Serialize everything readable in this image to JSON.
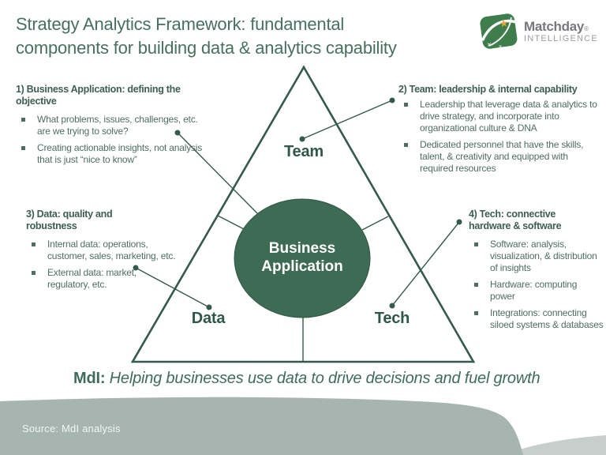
{
  "title": {
    "line1": "Strategy Analytics Framework: fundamental",
    "line2": "components for building data & analytics capability"
  },
  "logo": {
    "brand": "Matchday",
    "registered": "®",
    "subtitle": "INTELLIGENCE",
    "star_icon": "star"
  },
  "diagram": {
    "center": "Business Application",
    "team": "Team",
    "data": "Data",
    "tech": "Tech"
  },
  "blocks": [
    {
      "heading": "1) Business Application: defining the objective",
      "bullets": [
        "What problems, issues, challenges, etc. are we trying to solve?",
        "Creating actionable insights, not analysis that is just “nice to know”"
      ]
    },
    {
      "heading": "2) Team: leadership & internal capability",
      "bullets": [
        "Leadership that leverage data & analytics to drive strategy, and incorporate into organizational culture & DNA",
        "Dedicated personnel that have the skills, talent, & creativity and equipped with required resources"
      ]
    },
    {
      "heading": "3) Data: quality and robustness",
      "bullets": [
        "Internal data: operations, customer, sales, marketing, etc.",
        "External data: market, regulatory, etc."
      ]
    },
    {
      "heading": "4) Tech: connective hardware & software",
      "bullets": [
        "Software: analysis, visualization, & distribution of insights",
        "Hardware: computing power",
        "Integrations: connecting siloed systems & databases"
      ]
    }
  ],
  "tagline": {
    "prefix": "MdI:",
    "text": " Helping businesses use data to drive decisions and fuel growth"
  },
  "footer": {
    "source": "Source: MdI analysis"
  },
  "colors": {
    "title_green": "#47705f",
    "diagram_stroke_green": "#35594a",
    "circle_fill_green": "#3e6b53",
    "node_label_green": "#2f5747",
    "body_text_green": "#4f6e61",
    "footer_sage": "#a7b5b1",
    "footer_sage_light": "#c6cfcc",
    "logo_green": "#3f7d4c",
    "logo_star_gold": "#e9a63c",
    "logo_text_gray": "#76787b",
    "logo_sub_gray": "#9b9da0"
  }
}
